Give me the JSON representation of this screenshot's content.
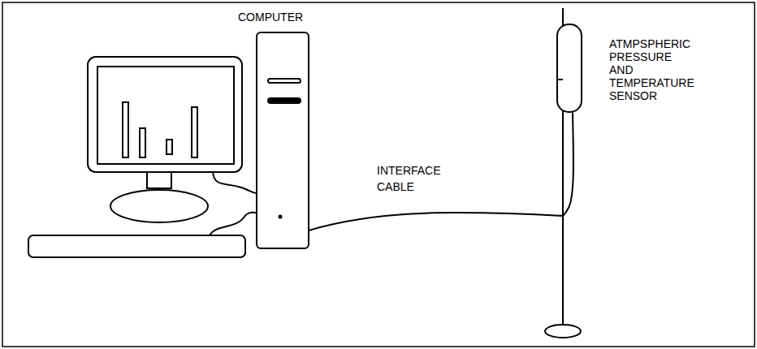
{
  "diagram": {
    "labels": [
      "COMPUTER",
      "INTERFACE CABLE",
      "ATMPSPHERIC PRESSURE AND TEMPERATURE SENSOR"
    ]
  }
}
